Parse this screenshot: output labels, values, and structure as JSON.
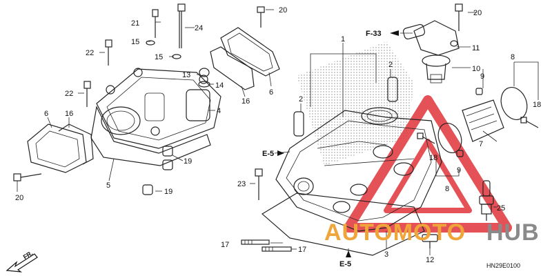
{
  "diagram": {
    "code": "HN29E0100",
    "direction_label": "FR.",
    "references": [
      {
        "id": "ref-f33",
        "text": "F-33"
      },
      {
        "id": "ref-e5-left",
        "text": "E-5"
      },
      {
        "id": "ref-e5-bottom",
        "text": "E-5"
      }
    ],
    "callouts": [
      {
        "id": "c1",
        "text": "1"
      },
      {
        "id": "c2a",
        "text": "2"
      },
      {
        "id": "c2b",
        "text": "2"
      },
      {
        "id": "c3",
        "text": "3"
      },
      {
        "id": "c4",
        "text": "4"
      },
      {
        "id": "c5",
        "text": "5"
      },
      {
        "id": "c6a",
        "text": "6"
      },
      {
        "id": "c6b",
        "text": "6"
      },
      {
        "id": "c7",
        "text": "7"
      },
      {
        "id": "c8a",
        "text": "8"
      },
      {
        "id": "c8b",
        "text": "8"
      },
      {
        "id": "c9a",
        "text": "9"
      },
      {
        "id": "c9b",
        "text": "9"
      },
      {
        "id": "c10",
        "text": "10"
      },
      {
        "id": "c11",
        "text": "11"
      },
      {
        "id": "c12",
        "text": "12"
      },
      {
        "id": "c13",
        "text": "13"
      },
      {
        "id": "c14",
        "text": "14"
      },
      {
        "id": "c15a",
        "text": "15"
      },
      {
        "id": "c15b",
        "text": "15"
      },
      {
        "id": "c16a",
        "text": "16"
      },
      {
        "id": "c16b",
        "text": "16"
      },
      {
        "id": "c17a",
        "text": "17"
      },
      {
        "id": "c17b",
        "text": "17"
      },
      {
        "id": "c18a",
        "text": "18"
      },
      {
        "id": "c18b",
        "text": "18"
      },
      {
        "id": "c19a",
        "text": "19"
      },
      {
        "id": "c19b",
        "text": "19"
      },
      {
        "id": "c20a",
        "text": "20"
      },
      {
        "id": "c20b",
        "text": "20"
      },
      {
        "id": "c20c",
        "text": "20"
      },
      {
        "id": "c21",
        "text": "21"
      },
      {
        "id": "c22a",
        "text": "22"
      },
      {
        "id": "c22b",
        "text": "22"
      },
      {
        "id": "c23",
        "text": "23"
      },
      {
        "id": "c24",
        "text": "24"
      },
      {
        "id": "c25",
        "text": "25"
      }
    ]
  },
  "watermark": {
    "part_a": "AUTOMOTO",
    "part_b": "HUB",
    "brand_orange": "#f0a53a",
    "brand_grey": "#8a8a8a",
    "triangle_red": "#e0353a"
  }
}
